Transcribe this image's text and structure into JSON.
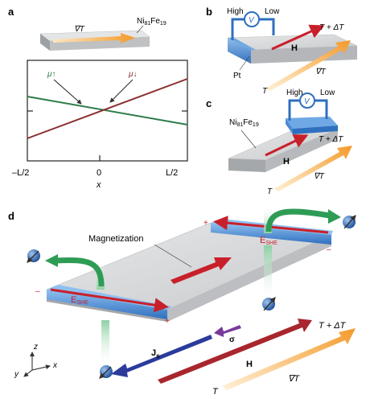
{
  "panels": {
    "a": {
      "label": "a",
      "grad_label": "∇T",
      "material_main": "Ni",
      "material_sub1": "81",
      "material_mid": "Fe",
      "material_sub2": "19",
      "mu_up": "μ↑",
      "mu_down": "μ↓",
      "x_tick_left": "–L/2",
      "x_tick_mid": "0",
      "x_tick_right": "L/2",
      "x_label": "x"
    },
    "b": {
      "label": "b",
      "high": "High",
      "low": "Low",
      "voltmeter": "V",
      "field": "H",
      "pt": "Pt",
      "t_hot": "T + ΔT",
      "t_cold": "T",
      "grad": "∇T"
    },
    "c": {
      "label": "c",
      "high": "High",
      "low": "Low",
      "voltmeter": "V",
      "material_main": "Ni",
      "material_sub1": "81",
      "material_mid": "Fe",
      "material_sub2": "19",
      "field": "H",
      "t_hot": "T + ΔT",
      "t_cold": "T",
      "grad": "∇T"
    },
    "d": {
      "label": "d",
      "magnetization": "Magnetization",
      "e_she_main": "E",
      "e_she_sub": "SHE",
      "plus": "+",
      "minus": "–",
      "sigma": "σ",
      "js_main": "J",
      "js_sub": "s",
      "field": "H",
      "grad": "∇T",
      "t_hot": "T + ΔT",
      "t_cold": "T",
      "axis_z": "z",
      "axis_y": "y",
      "axis_x": "x"
    }
  },
  "colors": {
    "slab_top": "#d4d6d8",
    "slab_side": "#a9acaf",
    "electrode": "#4a8fd6",
    "voltmeter": "#2f6fbf",
    "field_arrow": "#c8202a",
    "grad_arrow": "#f4a23c",
    "mu_up_line": "#2f7d4a",
    "mu_down_line": "#8a2e2e",
    "green_arrow": "#2e9c55",
    "js_arrow": "#2a3b9c",
    "sigma_arrow": "#7a3a9a",
    "h_arrow": "#a8262e"
  }
}
